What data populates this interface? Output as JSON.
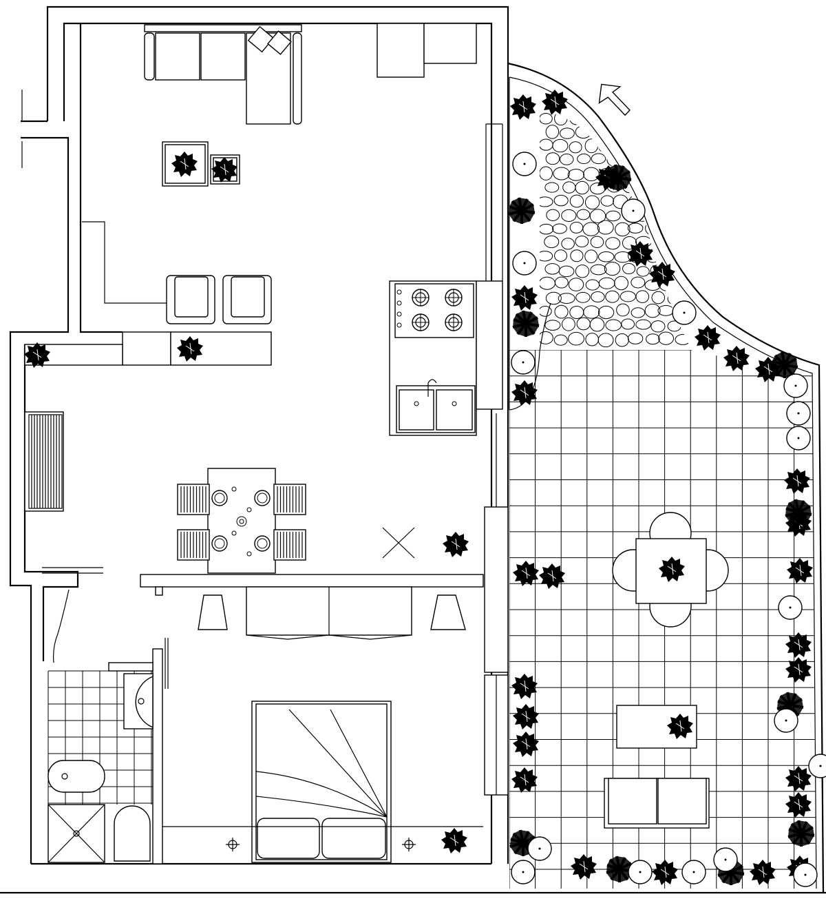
{
  "drawing": {
    "type": "architectural floor plan",
    "rooms": [
      {
        "id": "living-room",
        "furniture": [
          "l-shaped-sofa",
          "armchair",
          "armchair",
          "side-table",
          "side-table",
          "cushions"
        ]
      },
      {
        "id": "kitchen",
        "furniture": [
          "stove-4-burner",
          "double-sink",
          "cabinets"
        ]
      },
      {
        "id": "dining-area",
        "furniture": [
          "dining-table",
          "chair",
          "chair",
          "chair",
          "chair"
        ]
      },
      {
        "id": "bedroom",
        "furniture": [
          "double-bed",
          "wardrobe",
          "stool",
          "stool"
        ]
      },
      {
        "id": "bathroom",
        "furniture": [
          "shower",
          "toilet",
          "bidet",
          "washbasin"
        ]
      },
      {
        "id": "terrace",
        "furniture": [
          "round-table-with-four-chairs",
          "coffee-table",
          "two-seat-bench",
          "planters"
        ]
      }
    ],
    "symbols": [
      "entrance-arrow",
      "pebble-garden",
      "tiled-paving"
    ]
  }
}
